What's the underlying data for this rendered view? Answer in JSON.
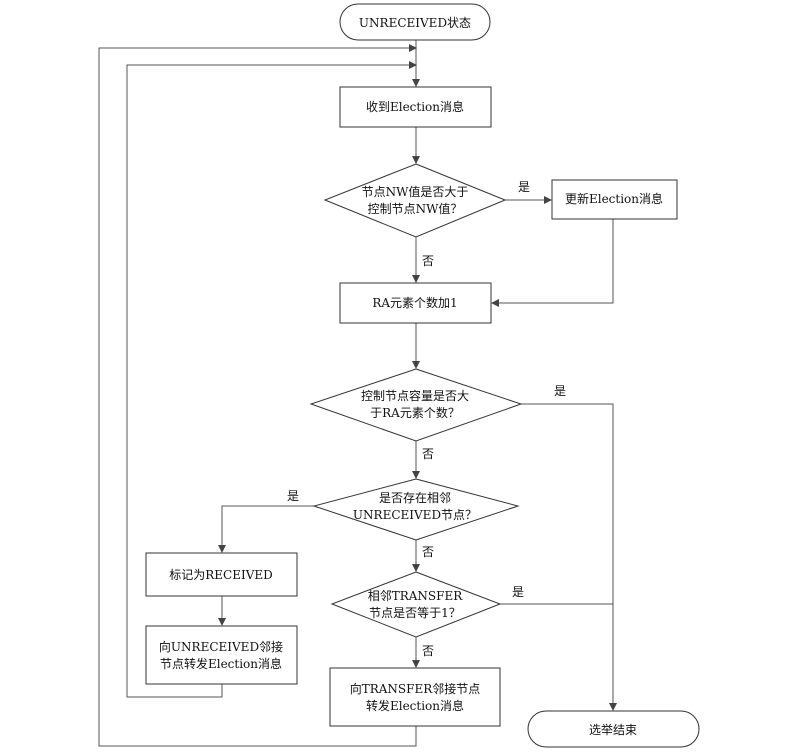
{
  "nodes": {
    "start": "UNRECEIVED状态",
    "receive": "收到Election消息",
    "decision_nw": [
      "节点NW值是否大于",
      "控制节点NW值？"
    ],
    "update": "更新Election消息",
    "ra_add": "RA元素个数加1",
    "decision_capacity": [
      "控制节点容量是否大",
      "于RA元素个数？"
    ],
    "decision_neighbor": [
      "是否存在相邻",
      "UNRECEIVED节点？"
    ],
    "mark": "标记为RECEIVED",
    "forward_unreceived": [
      "向UNRECEIVED邻接",
      "节点转发Election消息"
    ],
    "decision_transfer": [
      "相邻TRANSFER",
      "节点是否等于1？"
    ],
    "forward_transfer": [
      "向TRANSFER邻接节点",
      "转发Election消息"
    ],
    "end": "选举结束"
  },
  "edge_labels": {
    "yes": "是",
    "no": "否"
  }
}
